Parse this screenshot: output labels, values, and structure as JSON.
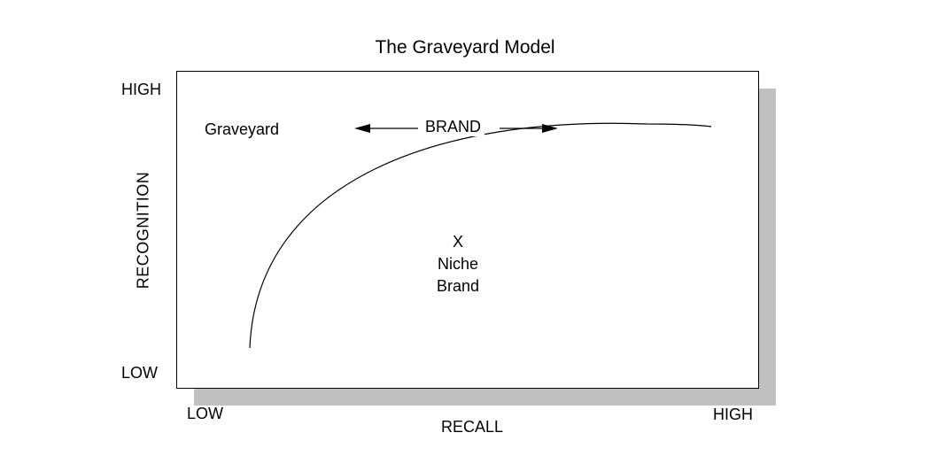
{
  "title": "The Graveyard Model",
  "axes": {
    "y_label": "RECOGNITION",
    "y_high": "HIGH",
    "y_low": "LOW",
    "x_label": "RECALL",
    "x_low": "LOW",
    "x_high": "HIGH"
  },
  "regions": {
    "graveyard": "Graveyard",
    "brand": "BRAND",
    "niche_marker": "X",
    "niche_line1": "Niche",
    "niche_line2": "Brand"
  },
  "colors": {
    "shadow": "#c0c0c0",
    "line": "#000000",
    "background": "#ffffff"
  }
}
